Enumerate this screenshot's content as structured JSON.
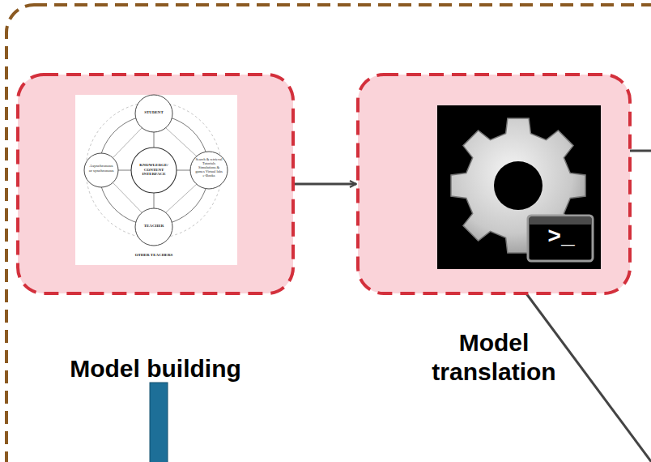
{
  "diagram": {
    "nodes": [
      {
        "text": [
          "Model building"
        ]
      },
      {
        "text": [
          "Model translation"
        ]
      }
    ],
    "edges": [
      {
        "from": 0,
        "to": 1,
        "arrow": "to"
      }
    ],
    "labels": [
      "STUDENT",
      "KNOWLEDGE/ CONTENT INTERFACE",
      "TEACHER",
      "Asynchronous or synchronous",
      "Search & retrieval Tutorials Simulations & games Virtual labs e-Books",
      "OTHER TEACHERS",
      ">_"
    ]
  }
}
